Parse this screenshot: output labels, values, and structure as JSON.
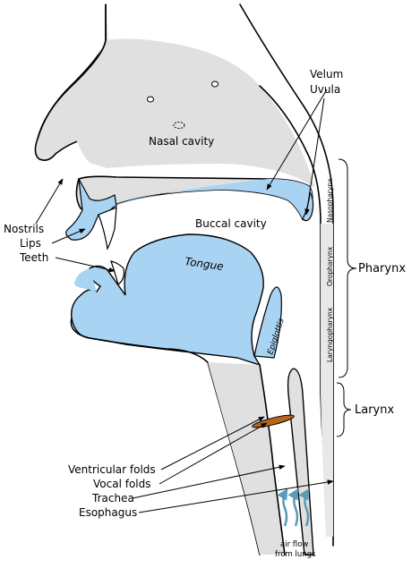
{
  "labels": {
    "nasal_cavity": "Nasal cavity",
    "velum": "Velum",
    "uvula": "Uvula",
    "buccal_cavity": "Buccal cavity",
    "nostrils": "Nostrils",
    "lips": "Lips",
    "teeth": "Teeth",
    "tongue": "Tongue",
    "epiglottis": "Epiglottis",
    "nasopharynx": "Nasopharynx",
    "oropharynx": "Oropharynx",
    "laryngopharynx": "Laryngopharynx",
    "pharynx": "Pharynx",
    "larynx": "Larynx",
    "ventricular_folds": "Ventricular folds",
    "vocal_folds": "Vocal folds",
    "trachea": "Trachea",
    "esophagus": "Esophagus",
    "air_flow_line1": "air flow",
    "air_flow_line2": "from lungs"
  },
  "colors": {
    "tissue_blue": "#a9d3f2",
    "bone_gray": "#e0e0e0",
    "outline": "#000000",
    "air_arrow": "#5b9bb5",
    "vocal_fold_brown": "#b5651d"
  },
  "icons": {
    "air_flow": "wavy-up-arrow"
  }
}
